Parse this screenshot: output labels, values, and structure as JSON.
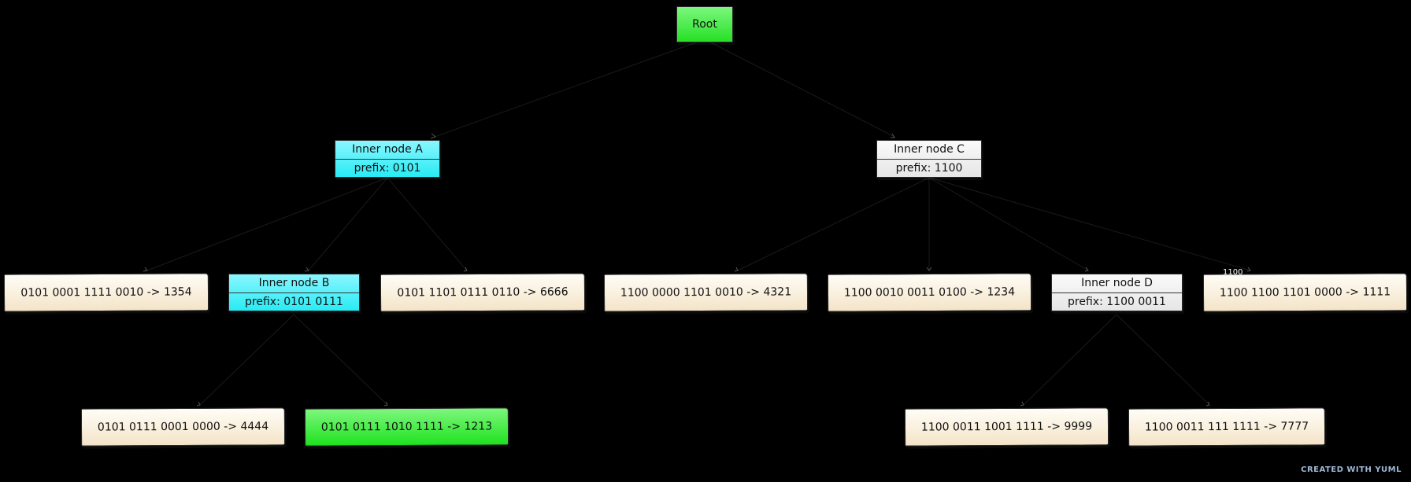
{
  "root": {
    "label": "Root"
  },
  "inner_a": {
    "title": "Inner node A",
    "prefix": "prefix: 0101"
  },
  "inner_b": {
    "title": "Inner node B",
    "prefix": "prefix: 0101 0111"
  },
  "inner_c": {
    "title": "Inner node C",
    "prefix": "prefix: 1100"
  },
  "inner_d": {
    "title": "Inner node D",
    "prefix": "prefix: 1100 0011"
  },
  "leaves": {
    "a1": "0101 0001 1111 0010 -> 1354",
    "a3": "0101 1101 0111 0110 -> 6666",
    "b1": "0101 0111 0001 0000 -> 4444",
    "b2": "0101 0111 1010 1111 -> 1213",
    "c1": "1100 0000 1101 0010 -> 4321",
    "c2": "1100 0010 0011 0100 -> 1234",
    "c4": "1100 1100 1101 0000 -> 1111",
    "d1": "1100 0011 1001 1111 -> 9999",
    "d2": "1100 0011 111 1111 -> 7777"
  },
  "edge_labels": {
    "c4": "1100"
  },
  "colors": {
    "background": "#000000",
    "root": "#25e025",
    "inner_ab": "#28ebf4",
    "inner_cd": "#e6e6e6",
    "leaf": "#f4e4c8",
    "highlight_leaf": "#1fe21f"
  },
  "watermark": "CREATED WITH YUML"
}
